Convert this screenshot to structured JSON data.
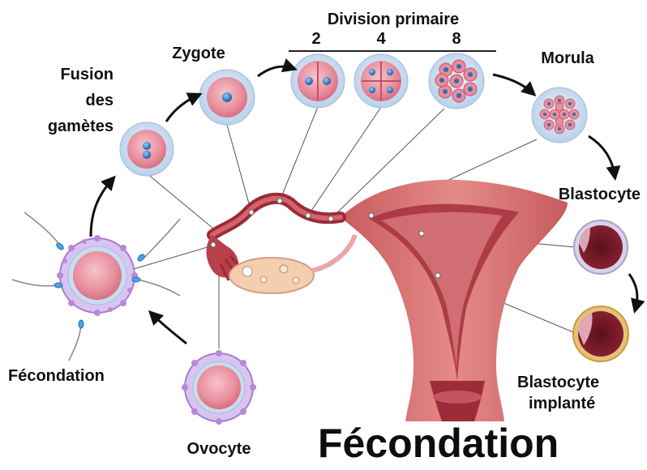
{
  "title": "Fécondation",
  "labels": {
    "fusion_line1": "Fusion",
    "fusion_line2": "des",
    "fusion_line3": "gamètes",
    "zygote": "Zygote",
    "division": "Division primaire",
    "division_stage_2": "2",
    "division_stage_4": "4",
    "division_stage_8": "8",
    "morula": "Morula",
    "blastocyte": "Blastocyte",
    "blastocyte_implante_line1": "Blastocyte",
    "blastocyte_implante_line2": "implanté",
    "fecondation": "Fécondation",
    "ovocyte": "Ovocyte"
  },
  "colors": {
    "cell_membrane": "#c9dcef",
    "cell_cytoplasm": "#e98c9a",
    "nucleus": "#3a7fc4",
    "corona": "#b58ad8",
    "uterus_outer": "#d96a6a",
    "uterus_inner": "#a52f3a",
    "arrow": "#111111"
  }
}
